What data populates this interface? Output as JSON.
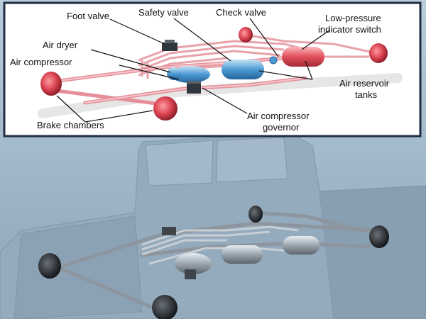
{
  "labels": {
    "foot_valve": "Foot valve",
    "safety_valve": "Safety valve",
    "check_valve": "Check valve",
    "low_pressure_1": "Low-pressure",
    "low_pressure_2": "indicator switch",
    "air_dryer": "Air dryer",
    "air_compressor": "Air compressor",
    "air_reservoir_1": "Air reservoir",
    "air_reservoir_2": "tanks",
    "brake_chambers": "Brake chambers",
    "governor_1": "Air compressor",
    "governor_2": "governor"
  },
  "colors": {
    "background": "#a9bfcf",
    "inset_background": "#ffffff",
    "inset_border": "#222c44",
    "brake_red": "#d9424f",
    "component_blue": "#4d9ad3",
    "pipe_pink": "#e8a2aa",
    "truck_silhouette": "#93abbd",
    "dark_component": "#2f3338"
  }
}
